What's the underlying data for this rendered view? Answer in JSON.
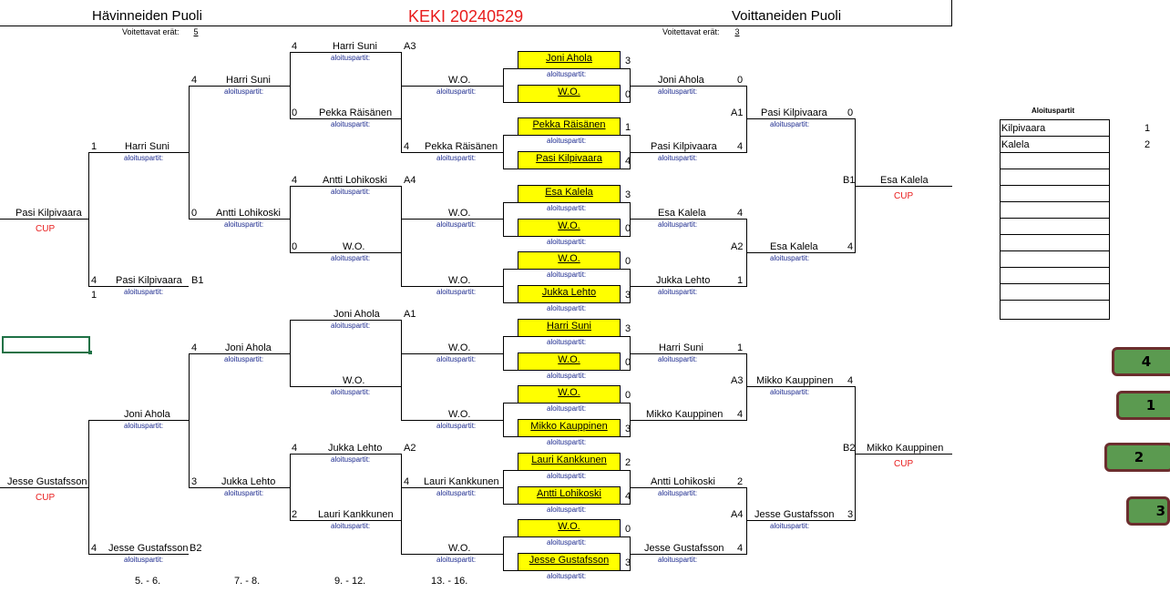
{
  "header": {
    "left_title": "Hävinneiden Puoli",
    "center_title": "KEKI 20240529",
    "right_title": "Voittaneiden Puoli",
    "left_sets_label": "Voitettavat erät:",
    "left_sets_value": "5",
    "right_sets_label": "Voitettavat erät:",
    "right_sets_value": "3"
  },
  "sub": "aloituspartit:",
  "cup": "CUP",
  "names": {
    "harri": "Harri Suni",
    "pekka": "Pekka Räisänen",
    "antti": "Antti Lohikoski",
    "wo": "W.O.",
    "joni": "Joni Ahola",
    "jukka": "Jukka Lehto",
    "lauri": "Lauri Kankkunen",
    "pasi": "Pasi Kilpivaara",
    "jesse": "Jesse Gustafsson",
    "esa": "Esa Kalela",
    "mikko": "Mikko Kauppinen"
  },
  "codes": {
    "a1": "A1",
    "a2": "A2",
    "a3": "A3",
    "a4": "A4",
    "b1": "B1",
    "b2": "B2"
  },
  "scores": {
    "s0": "0",
    "s1": "1",
    "s2": "2",
    "s3": "3",
    "s4": "4"
  },
  "placings": [
    "5. - 6.",
    "7. - 8.",
    "9. - 12.",
    "13. - 16."
  ],
  "table": {
    "title": "Aloituspartit",
    "rows": [
      {
        "name": "Kilpivaara",
        "num": "1"
      },
      {
        "name": "Kalela",
        "num": "2"
      }
    ]
  },
  "tables_icons": [
    "4",
    "1",
    "2",
    "3"
  ],
  "colors": {
    "accent_red": "#e81c1c",
    "highlight": "#ffff00",
    "table_green": "#5b9a50"
  }
}
